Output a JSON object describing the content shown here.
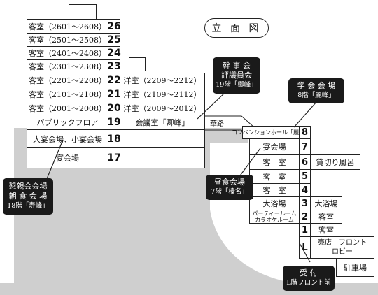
{
  "title": "立 面 図",
  "tower": {
    "floors": [
      {
        "label": "客室（2601〜2608）",
        "num": "26"
      },
      {
        "label": "客室（2501〜2508）",
        "num": "25"
      },
      {
        "label": "客室（2401〜2408）",
        "num": "24"
      },
      {
        "label": "客室（2301〜2308）",
        "num": "23"
      },
      {
        "label": "客室（2201〜2208）",
        "num": "22"
      },
      {
        "label": "客室（2101〜2108）",
        "num": "21"
      },
      {
        "label": "客室（2001〜2008）",
        "num": "20"
      },
      {
        "label": "パブリックフロア",
        "num": "19"
      },
      {
        "label": "大宴会場、小宴会場",
        "num": "18"
      },
      {
        "label": "宴会場",
        "num": "17"
      }
    ],
    "annex": [
      {
        "label": "洋室（2209〜2212）"
      },
      {
        "label": "洋室（2109〜2112）"
      },
      {
        "label": "洋室（2009〜2012）"
      },
      {
        "label": "会議室「卿峰」"
      }
    ],
    "corridor_label": "華路"
  },
  "annex_building": {
    "floors": [
      {
        "num": "8",
        "label": "コンベンションホール「麗峰」"
      },
      {
        "num": "7",
        "label": "宴会場"
      },
      {
        "num": "6",
        "label": "客　室",
        "right": "貸切り風呂"
      },
      {
        "num": "5",
        "label": "客　室"
      },
      {
        "num": "4",
        "label": "客　室"
      },
      {
        "num": "3",
        "label": "大浴場",
        "right": "大浴場"
      },
      {
        "num": "2",
        "label_lines": [
          "パーティールーム",
          "カラオケルーム"
        ],
        "right": "客室"
      },
      {
        "num": "1",
        "right": "客室"
      },
      {
        "num": "L",
        "right_lines": [
          "売店　フロント",
          "ロビー"
        ]
      }
    ],
    "parking": "駐車場"
  },
  "callouts": {
    "kanji": {
      "lines": [
        "幹 事 会",
        "評議員会"
      ],
      "sub": "19階「卿峰」"
    },
    "gakkai": {
      "lines": [
        "学 会 会 場"
      ],
      "sub": "8階「麗峰」"
    },
    "chushoku": {
      "lines": [
        "昼食会場"
      ],
      "sub": "7階「榛名」"
    },
    "konshin": {
      "lines": [
        "懇親会会場",
        "朝 食 会 場"
      ],
      "sub": "18階「寿峰」"
    },
    "uketsuke": {
      "lines": [
        "受 付"
      ],
      "sub": "L階フロント前"
    }
  }
}
